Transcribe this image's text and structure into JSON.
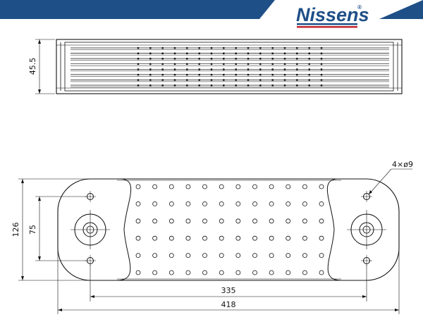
{
  "brand": {
    "logo_text": "Nissens",
    "logo_trademark": "®",
    "banner_color": "#1f4f87",
    "logo_color": "#1f4f87",
    "logo_stripe_color": "#c1272d"
  },
  "dimensions": {
    "height_side": "45.5",
    "height_total": "126",
    "hole_spacing_vertical": "75",
    "hole_spacing_horizontal": "335",
    "length_total": "418",
    "holes_callout": "4×ø9"
  },
  "plate": {
    "dimple_rows": 6,
    "dimple_cols": 12
  },
  "side_view": {
    "fin_rows": 8,
    "marks_per_row": 16
  }
}
